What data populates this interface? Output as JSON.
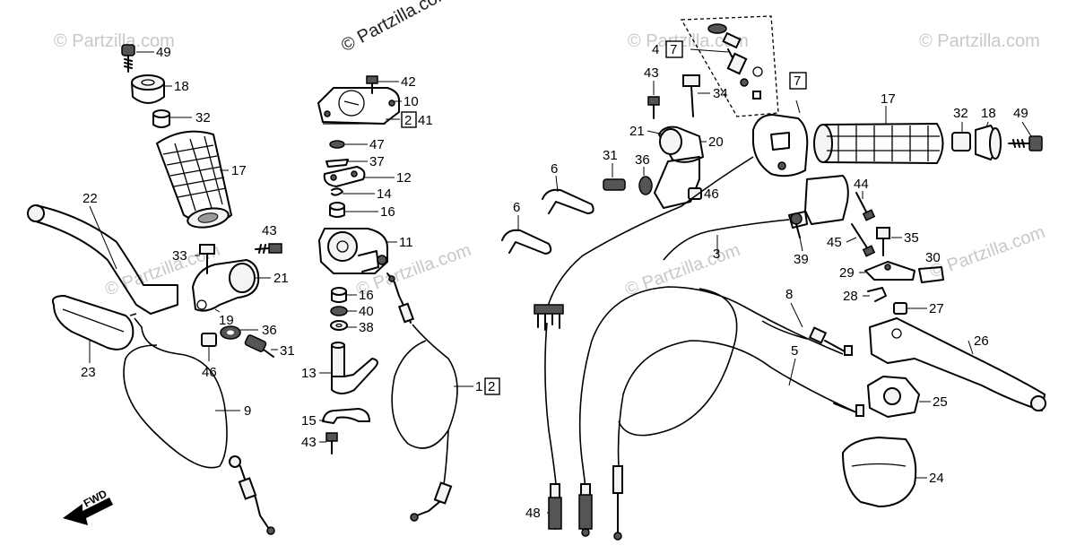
{
  "watermark": {
    "main": "© Partzilla.com",
    "faint": "© Partzilla.com"
  },
  "fwd_label": "FWD",
  "labels": {
    "l49a": "49",
    "l18a": "18",
    "l32a": "32",
    "l17a": "17",
    "l22": "22",
    "l43a": "43",
    "l33": "33",
    "l21a": "21",
    "l19": "19",
    "l36a": "36",
    "l31a": "31",
    "l46a": "46",
    "l23": "23",
    "l9": "9",
    "l42": "42",
    "l10": "10",
    "l41": "41",
    "l41box": "2",
    "l47": "47",
    "l37": "37",
    "l12": "12",
    "l14": "14",
    "l16a": "16",
    "l11": "11",
    "l16b": "16",
    "l40": "40",
    "l38": "38",
    "l13": "13",
    "l15": "15",
    "l43b": "43",
    "l1": "1·",
    "l1box": "2",
    "l4": "4",
    "l4box": "7",
    "l7box": "7",
    "l43c": "43",
    "l34": "34",
    "l21b": "21",
    "l20": "20",
    "l31b": "31",
    "l36b": "36",
    "l46b": "46",
    "l6a": "6",
    "l6b": "6",
    "l3": "3",
    "l17b": "17",
    "l32b": "32",
    "l18b": "18",
    "l49b": "49",
    "l44": "44",
    "l35": "35",
    "l45": "45",
    "l39": "39",
    "l30": "30",
    "l29": "29",
    "l28": "28",
    "l27": "27",
    "l8": "8",
    "l5": "5",
    "l26": "26",
    "l25": "25",
    "l24": "24",
    "l48": "48"
  }
}
